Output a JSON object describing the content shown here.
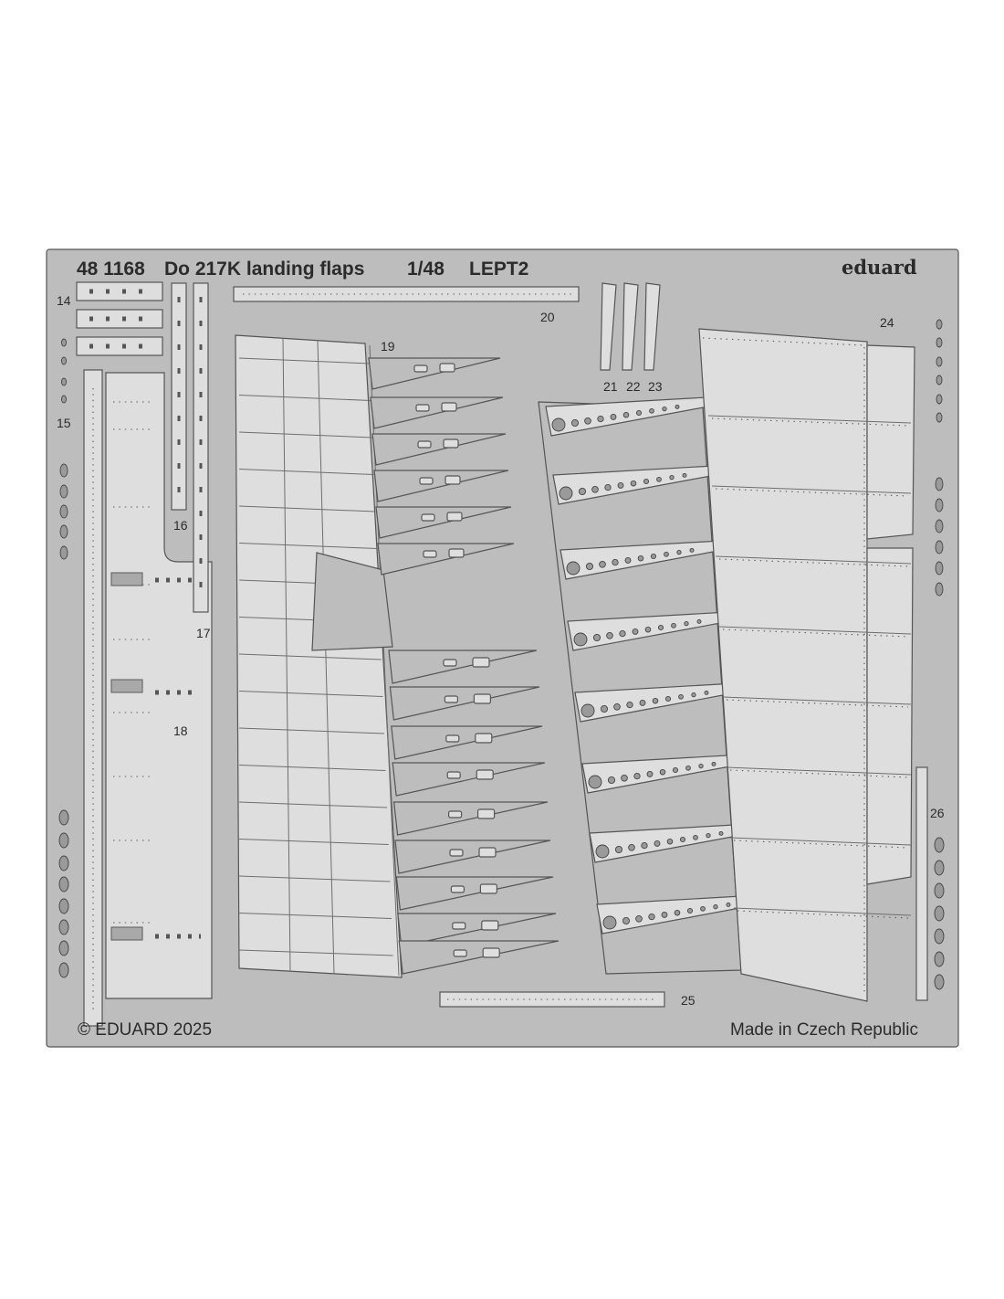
{
  "sheet": {
    "product_code": "48 1168",
    "subject": "Do 217K  landing flaps",
    "scale": "1/48",
    "sheet_id": "LEPT2",
    "brand": "eduard",
    "copyright": "© EDUARD 2025",
    "origin": "Made in Czech Republic"
  },
  "parts": [
    {
      "id": "14",
      "label": "14"
    },
    {
      "id": "15",
      "label": "15"
    },
    {
      "id": "16",
      "label": "16"
    },
    {
      "id": "17",
      "label": "17"
    },
    {
      "id": "18",
      "label": "18"
    },
    {
      "id": "19",
      "label": "19"
    },
    {
      "id": "20",
      "label": "20"
    },
    {
      "id": "21",
      "label": "21"
    },
    {
      "id": "22",
      "label": "22"
    },
    {
      "id": "23",
      "label": "23"
    },
    {
      "id": "24",
      "label": "24"
    },
    {
      "id": "25",
      "label": "25"
    },
    {
      "id": "26",
      "label": "26"
    }
  ],
  "colors": {
    "fret": "#bdbdbd",
    "outline": "#555555",
    "panel": "#dedede",
    "text": "#2b2b2b"
  }
}
